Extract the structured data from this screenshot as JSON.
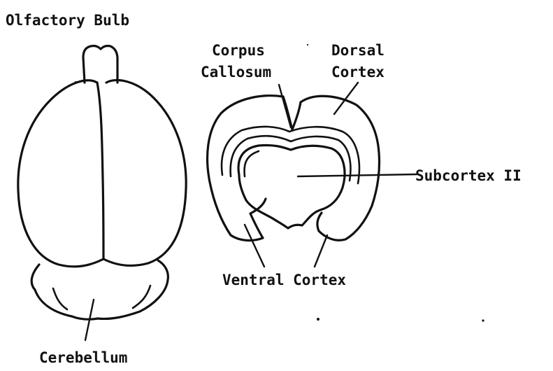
{
  "labels": {
    "olfactory_bulb": "Olfactory Bulb",
    "corpus_callosum_line1": "Corpus",
    "corpus_callosum_line2": "Callosum",
    "dorsal_cortex_line1": "Dorsal",
    "dorsal_cortex_line2": "Cortex",
    "subcortex": "Subcortex II",
    "ventral_cortex": "Ventral Cortex",
    "cerebellum": "Cerebellum"
  },
  "colors": {
    "ink": "#111111",
    "background": "#ffffff"
  }
}
